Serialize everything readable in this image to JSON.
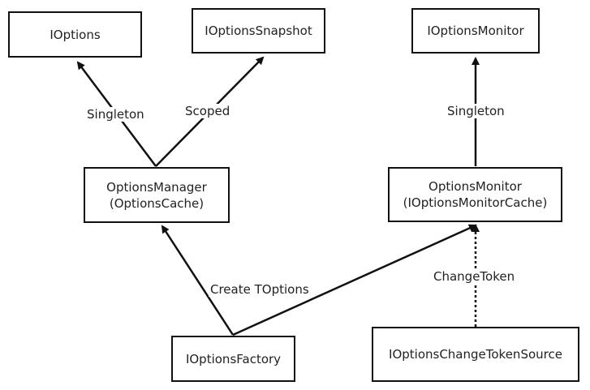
{
  "nodes": {
    "ioptions": "IOptions",
    "ioptions_snapshot": "IOptionsSnapshot",
    "ioptions_monitor": "IOptionsMonitor",
    "options_manager": {
      "line1": "OptionsManager",
      "line2": "(OptionsCache)"
    },
    "options_monitor": {
      "line1": "OptionsMonitor",
      "line2": "(IOptionsMonitorCache)"
    },
    "ioptions_factory": "IOptionsFactory",
    "change_token_source": "IOptionsChangeTokenSource"
  },
  "edges": {
    "manager_to_ioptions": "Singleton",
    "manager_to_snapshot": "Scoped",
    "monitor_to_imonitor": "Singleton",
    "factory_to_manager": "Create TOptions",
    "source_to_monitor": "ChangeToken"
  }
}
